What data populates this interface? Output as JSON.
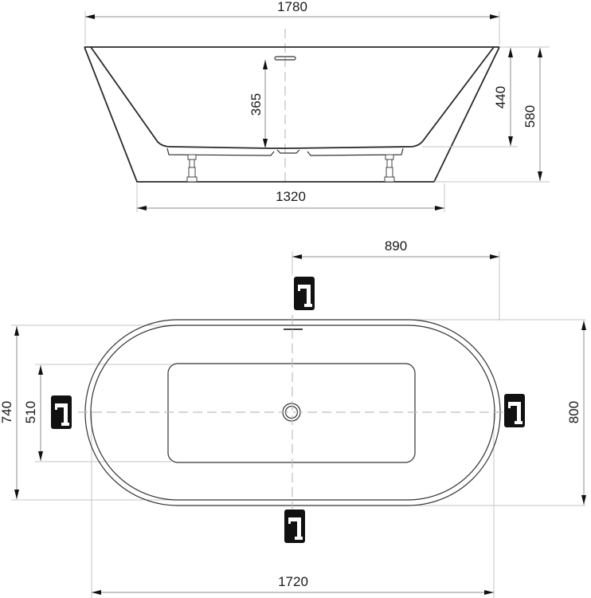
{
  "drawing": {
    "subject": "freestanding oval bathtub",
    "units": "mm",
    "side_view": {
      "overall_length": "1780",
      "base_length": "1320",
      "interior_depth_to_overflow": "365",
      "interior_depth": "440",
      "overall_height": "580"
    },
    "top_view": {
      "overall_length": "1720",
      "half_length_to_center": "890",
      "overall_width": "800",
      "rim_inner_width": "740",
      "basin_floor_width": "510"
    },
    "faucet_positions": [
      {
        "id": "top",
        "label": "faucet-position-top"
      },
      {
        "id": "left",
        "label": "faucet-position-left"
      },
      {
        "id": "right",
        "label": "faucet-position-right"
      },
      {
        "id": "bottom",
        "label": "faucet-position-bottom"
      }
    ],
    "colors": {
      "outline": "#2a2a2a",
      "dimension": "#8c8c8c",
      "extension": "#c4c4c4",
      "centerline": "#bdbdbd",
      "faucet_icon": "#111111"
    }
  }
}
